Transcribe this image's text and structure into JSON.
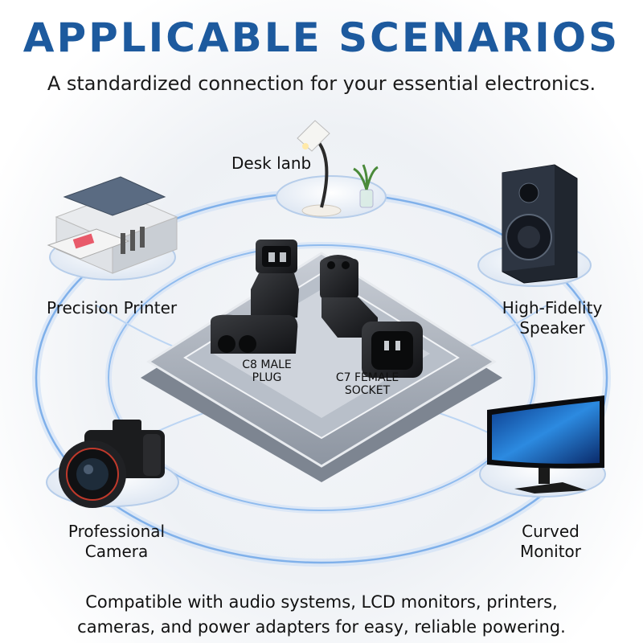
{
  "title": "APPLICABLE SCENARIOS",
  "subtitle": "A standardized connection for your essential electronics.",
  "scenarios": {
    "desk_lamp": "Desk lanb",
    "printer": "Precision Printer",
    "speaker": [
      "High-Fidelity",
      "Speaker"
    ],
    "camera": [
      "Professional",
      "Camera"
    ],
    "monitor": [
      "Curved",
      "Monitor"
    ]
  },
  "connectors": {
    "c8": [
      "C8 MALE",
      "PLUG"
    ],
    "c7": [
      "C7 FEMALE",
      "SOCKET"
    ]
  },
  "footer": [
    "Compatible with audio systems, LCD monitors, printers,",
    "cameras, and power adapters for easy, reliable powering."
  ],
  "colors": {
    "title": "#1d5a9e",
    "ring": "#a9c8ee",
    "platform": "#9aa3b0"
  }
}
